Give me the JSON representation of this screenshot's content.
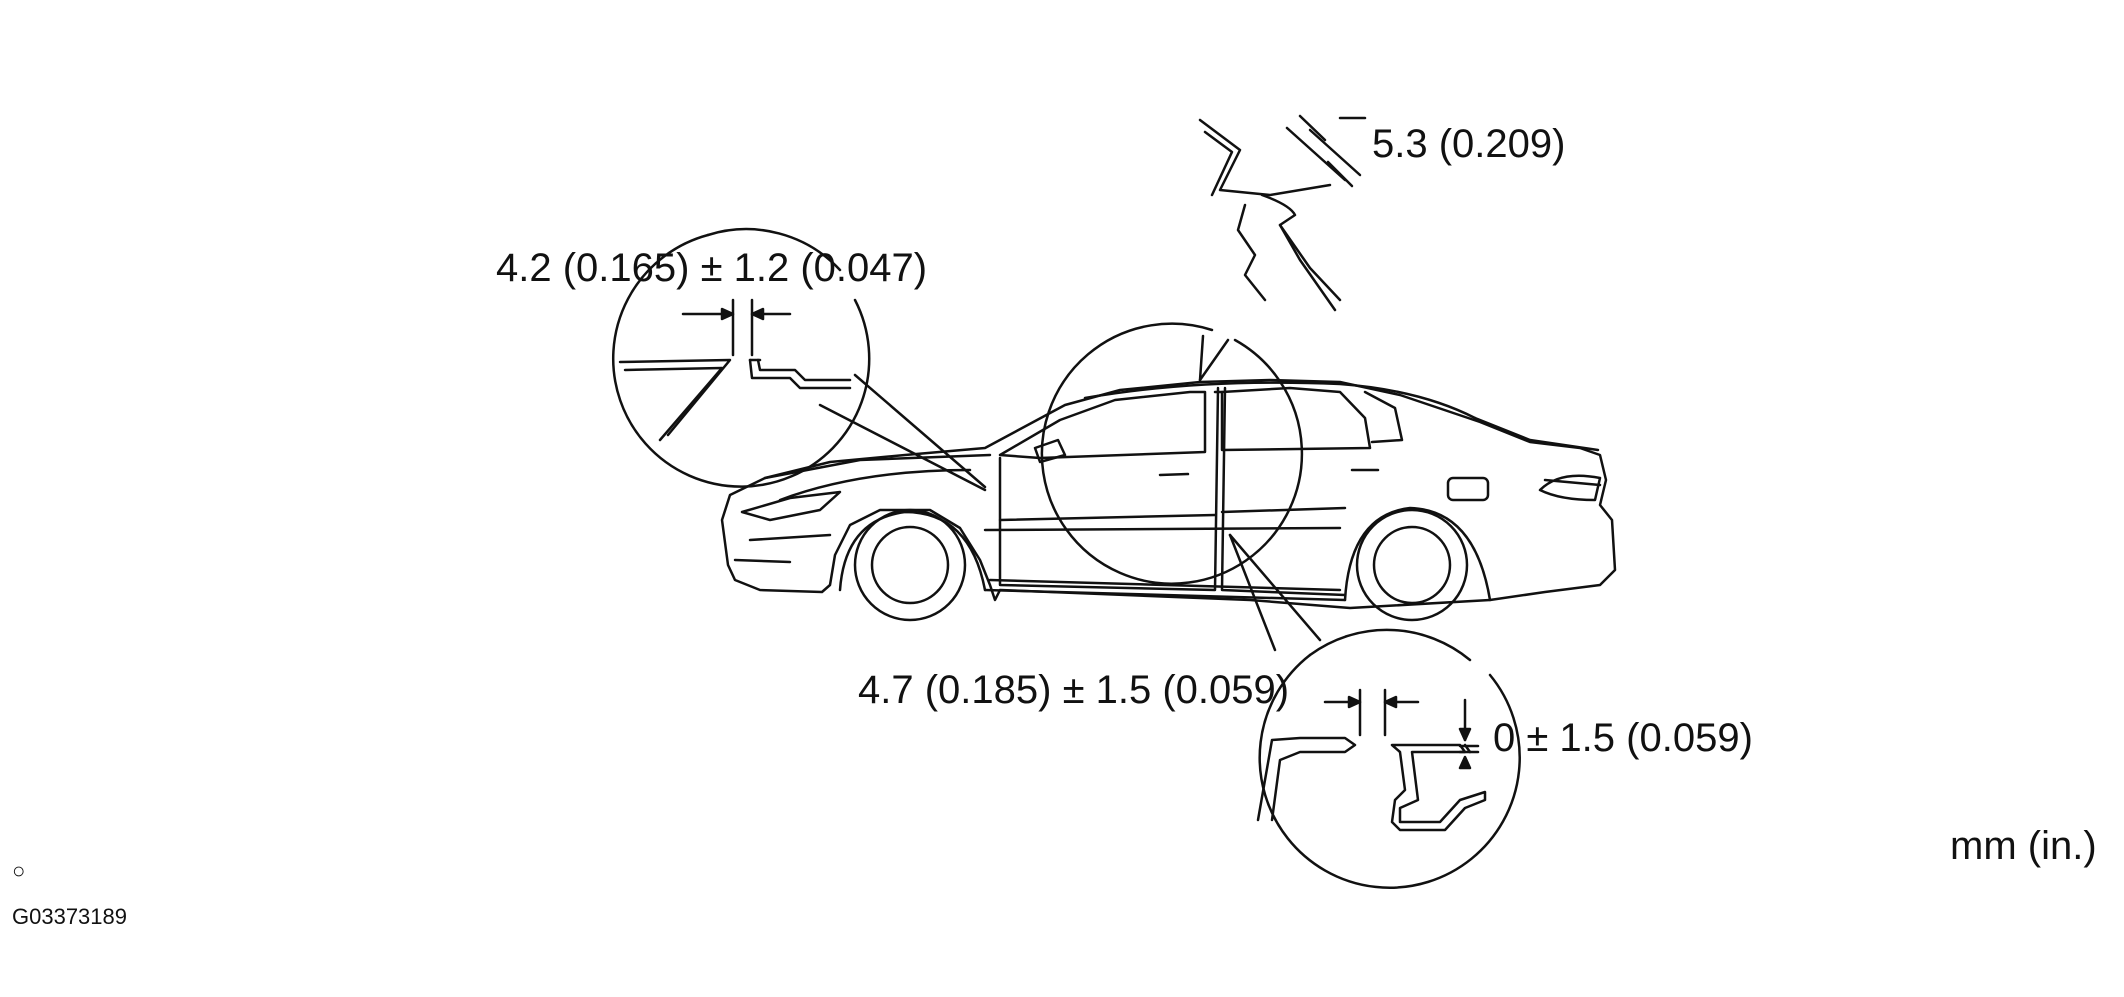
{
  "labels": {
    "hood_gap": "4.2 (0.165) ± 1.2 (0.047)",
    "roof_gap": "5.3 (0.209)",
    "door_gap": "4.7 (0.185) ± 1.5 (0.059)",
    "door_flush": "0 ± 1.5 (0.059)",
    "units": "mm (in.)",
    "figure_id": "G03373189",
    "bullet": "○"
  },
  "colors": {
    "line": "#111111",
    "background": "#ffffff"
  },
  "icons": [
    "vehicle-side-view-icon",
    "hood-gap-detail-icon",
    "roof-gap-detail-icon",
    "door-gap-detail-icon"
  ]
}
